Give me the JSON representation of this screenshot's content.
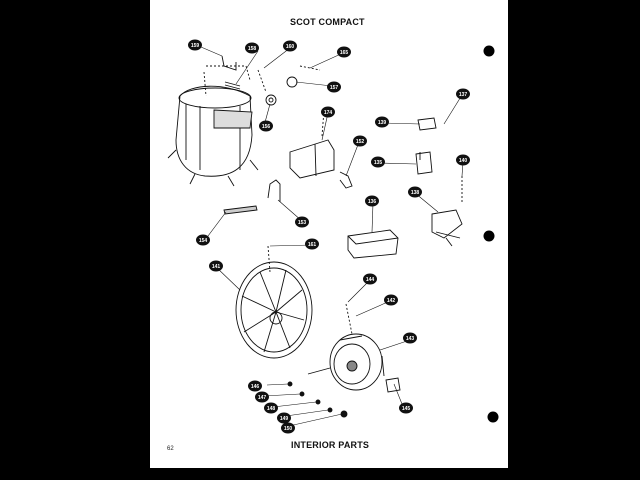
{
  "header": {
    "title": "SCOT COMPACT"
  },
  "footer": {
    "caption": "INTERIOR PARTS",
    "page_number": "62"
  },
  "callouts": [
    {
      "label": "159"
    },
    {
      "label": "158"
    },
    {
      "label": "160"
    },
    {
      "label": "165"
    },
    {
      "label": "157"
    },
    {
      "label": "156"
    },
    {
      "label": "174"
    },
    {
      "label": "152"
    },
    {
      "label": "139"
    },
    {
      "label": "137"
    },
    {
      "label": "135"
    },
    {
      "label": "140"
    },
    {
      "label": "138"
    },
    {
      "label": "136"
    },
    {
      "label": "153"
    },
    {
      "label": "154"
    },
    {
      "label": "161"
    },
    {
      "label": "141"
    },
    {
      "label": "144"
    },
    {
      "label": "142"
    },
    {
      "label": "143"
    },
    {
      "label": "145"
    },
    {
      "label": "146"
    },
    {
      "label": "147"
    },
    {
      "label": "148"
    },
    {
      "label": "149"
    },
    {
      "label": "150"
    }
  ]
}
